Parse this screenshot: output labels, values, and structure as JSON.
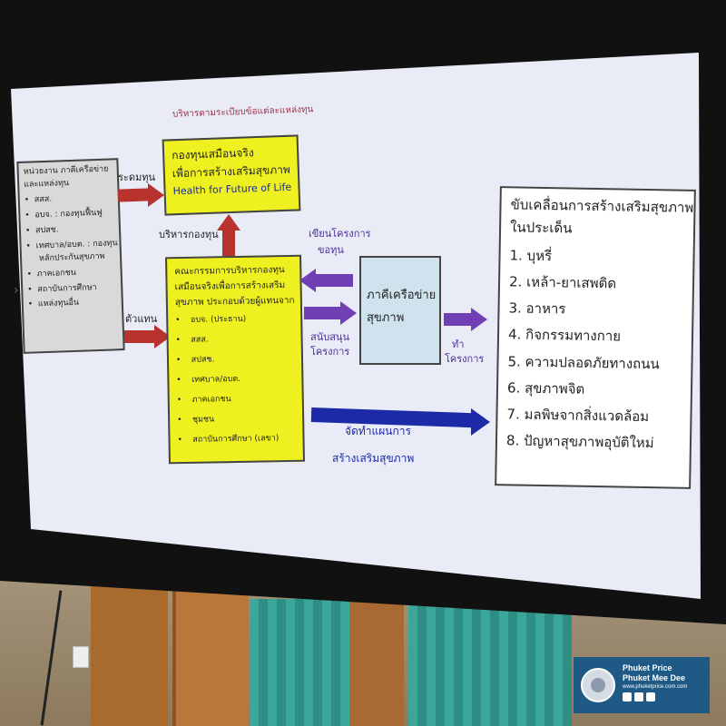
{
  "watermark": {
    "line1": "Phuket Price",
    "line2": "Phuket Mee Dee",
    "url": "www.phuketprice.com.com"
  },
  "slide": {
    "top_caption": "บริหารตามระเบียบข้อแต่ละแหล่งทุน",
    "fund_box": {
      "line1": "กองทุนเสมือนจริง",
      "line2": "เพื่อการสร้างเสริมสุขภาพ",
      "line3": "Health for Future of Life"
    },
    "sources_box": {
      "title1": "หน่วยงาน ภาคีเครือข่าย",
      "title2": "และแหล่งทุน",
      "items": [
        "สสส.",
        "อบจ. : กองทุนฟื้นฟู",
        "สปสช.",
        "เทศบาล/อบต. : กองทุน",
        "หลักประกันสุขภาพ",
        "ภาคเอกชน",
        "สถาบันการศึกษา",
        "แหล่งทุนอื่น"
      ]
    },
    "label_raise": "ระดมทุน",
    "label_rep": "ตัวแทน",
    "label_manage": "บริหารกองทุน",
    "committee_box": {
      "line1": "คณะกรรมการบริหารกองทุน",
      "line2": "เสมือนจริงเพื่อการสร้างเสริม",
      "line3": "สุขภาพ ประกอบด้วยผู้แทนจาก",
      "items": [
        "อบจ. (ประธาน)",
        "สสส.",
        "สปสช.",
        "เทศบาล/อบต.",
        "ภาคเอกชน",
        "ชุมชน",
        "สถาบันการศึกษา (เลขา)"
      ]
    },
    "label_propose1": "เขียนโครงการ",
    "label_propose2": "ขอทุน",
    "label_support1": "สนับสนุน",
    "label_support2": "โครงการ",
    "network_box": {
      "line1": "ภาคีเครือข่าย",
      "line2": "สุขภาพ"
    },
    "label_do1": "ทำ",
    "label_do2": "โครงการ",
    "label_plan1": "จัดทำแผนการ",
    "label_plan2": "สร้างเสริมสุขภาพ",
    "issues_box": {
      "title1": "ขับเคลื่อนการสร้างเสริมสุขภาพ",
      "title2": "ในประเด็น",
      "items": [
        "1. บุหรี่",
        "2. เหล้า-ยาเสพติด",
        "3. อาหาร",
        "4. กิจกรรมทางกาย",
        "5. ความปลอดภัยทางถนน",
        "6. สุขภาพจิต",
        "7. มลพิษจากสิ่งแวดล้อม",
        "8. ปัญหาสุขภาพอุบัติใหม่"
      ]
    }
  },
  "colors": {
    "yellow": "#eef11f",
    "grey_box": "#d9d9d9",
    "network_box": "#cfe3ee",
    "red_arrow": "#b8332e",
    "purple_arrow": "#6f3fb3",
    "blue_arrow": "#1c2aa8"
  }
}
